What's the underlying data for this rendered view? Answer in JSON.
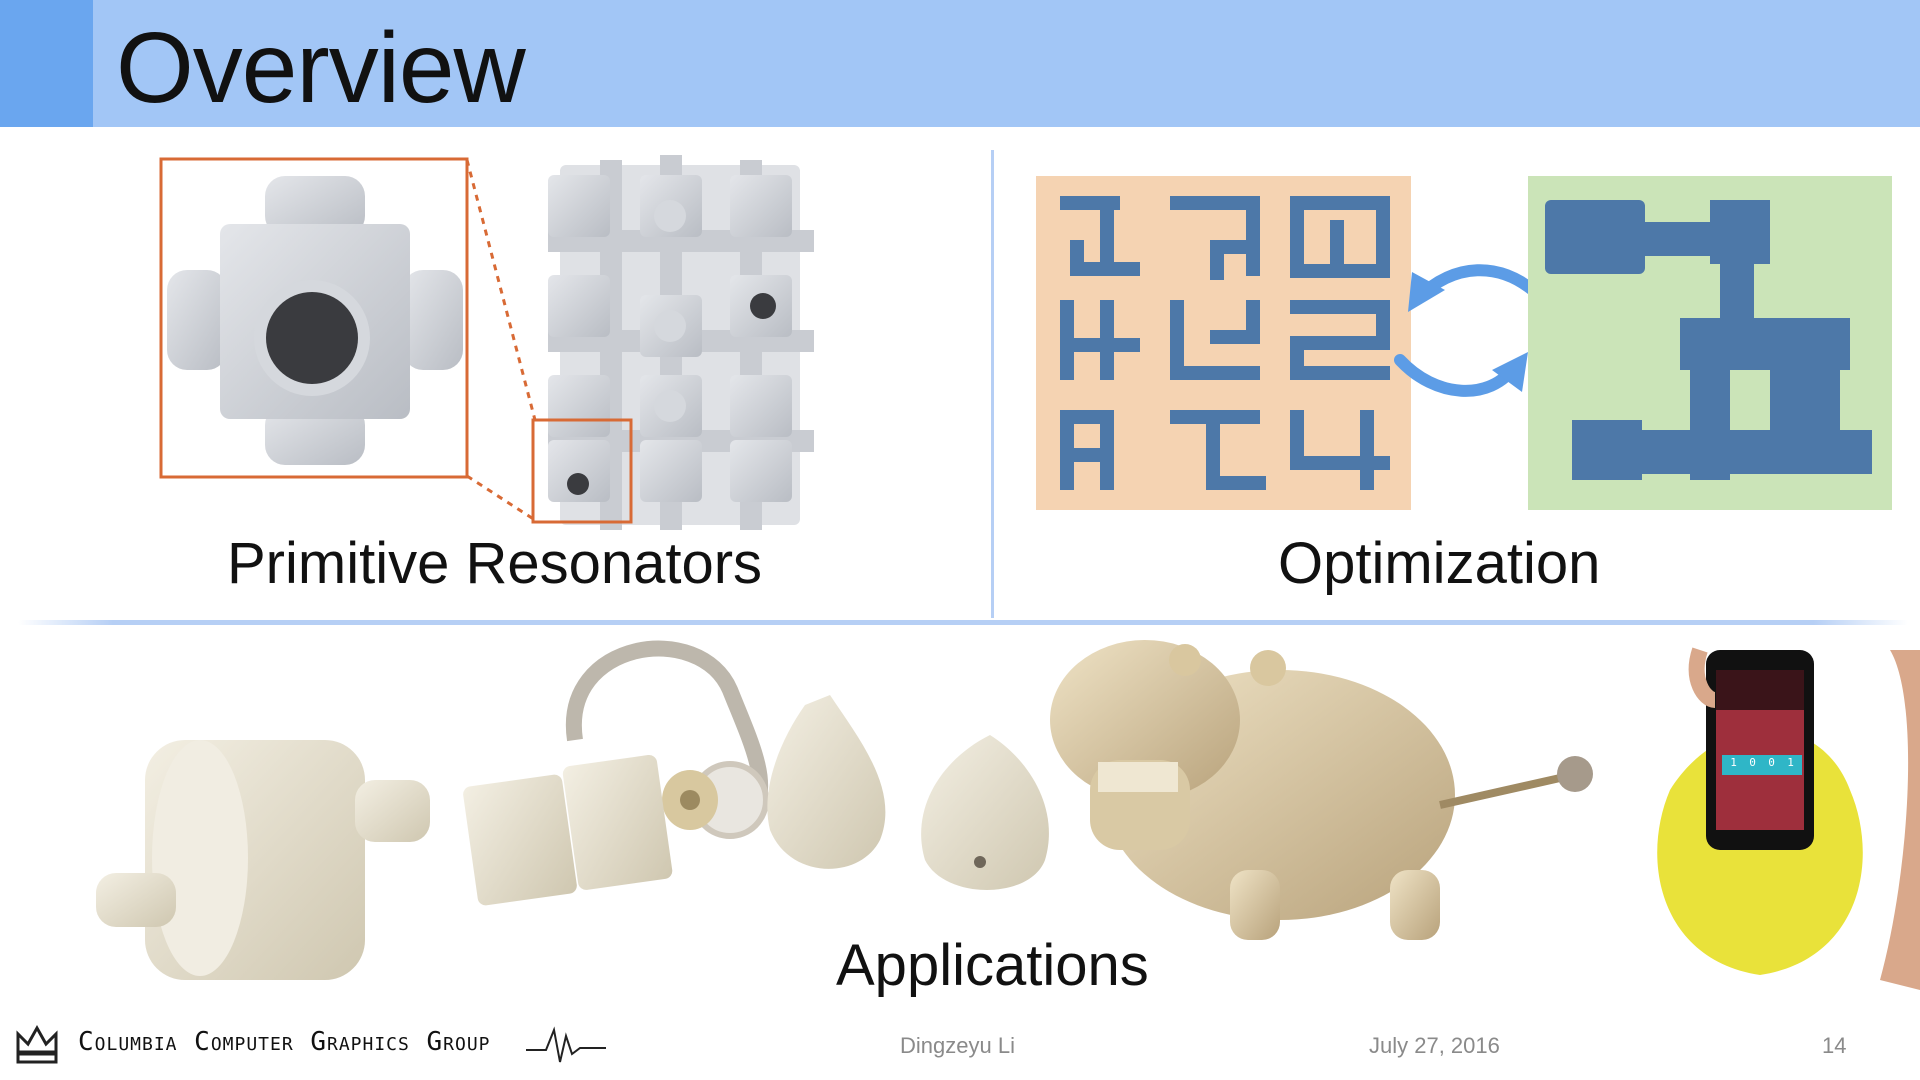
{
  "slide": {
    "title": "Overview",
    "captions": {
      "primitive": "Primitive Resonators",
      "optimization": "Optimization",
      "applications": "Applications"
    },
    "footer": {
      "group": "Columbia Computer Graphics Group",
      "author": "Dingzeyu Li",
      "date": "July 27, 2016",
      "page": "14"
    },
    "phone_screen": {
      "digits": [
        "1",
        "0",
        "0",
        "1"
      ]
    },
    "colors": {
      "header": "#a2c6f6",
      "header_accent": "#6aa6ef",
      "highlight_box": "#d86a35",
      "maze_orange": "#f5d3b2",
      "maze_green": "#cbe4b8",
      "maze_path": "#4d78a8",
      "arrow_blue": "#5c9ce6"
    }
  }
}
